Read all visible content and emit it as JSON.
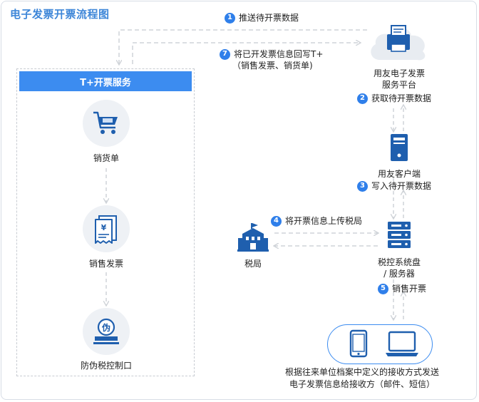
{
  "title": "电子发票开票流程图",
  "t_service": {
    "header": "T+开票服务",
    "nodes": {
      "sales_order": "销货单",
      "sales_invoice": "销售发票",
      "tax_port": "防伪税控制口"
    }
  },
  "nodes": {
    "platform_line1": "用友电子发票",
    "platform_line2": "服务平台",
    "client": "用友客户端",
    "tax_disk_line1": "税控系统盘",
    "tax_disk_line2": "/ 服务器",
    "tax_bureau": "税局"
  },
  "steps": [
    {
      "num": "1",
      "text": "推送待开票数据"
    },
    {
      "num": "2",
      "text": "获取待开票数据"
    },
    {
      "num": "3",
      "text": "写入待开票数据"
    },
    {
      "num": "4",
      "text": "将开票信息上传税局"
    },
    {
      "num": "5",
      "text": "销售开票"
    },
    {
      "num": "7",
      "text": "将已开发票信息回写T+",
      "sub": "（销售发票、销货单)"
    }
  ],
  "bottom_note": {
    "line1": "根据往来单位档案中定义的接收方式发送",
    "line2": "电子发票信息给接收方（邮件、短信）"
  },
  "colors": {
    "accent": "#3c8cf0",
    "title": "#3d86d8",
    "icon_dark": "#1f5fae",
    "dashed": "#cfd3d8",
    "circle_bg": "#eef1f5"
  }
}
